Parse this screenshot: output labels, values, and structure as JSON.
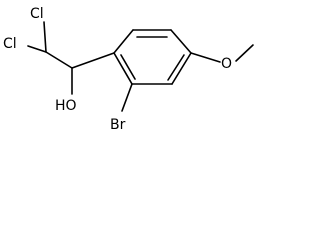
{
  "atoms": {
    "cl_top": "Cl",
    "cl_left": "Cl",
    "hydroxyl": "HO",
    "bromine": "Br",
    "oxygen_methoxy": "O"
  },
  "colors": {
    "bond": "#000000",
    "label": "#000000",
    "background": "#ffffff"
  }
}
